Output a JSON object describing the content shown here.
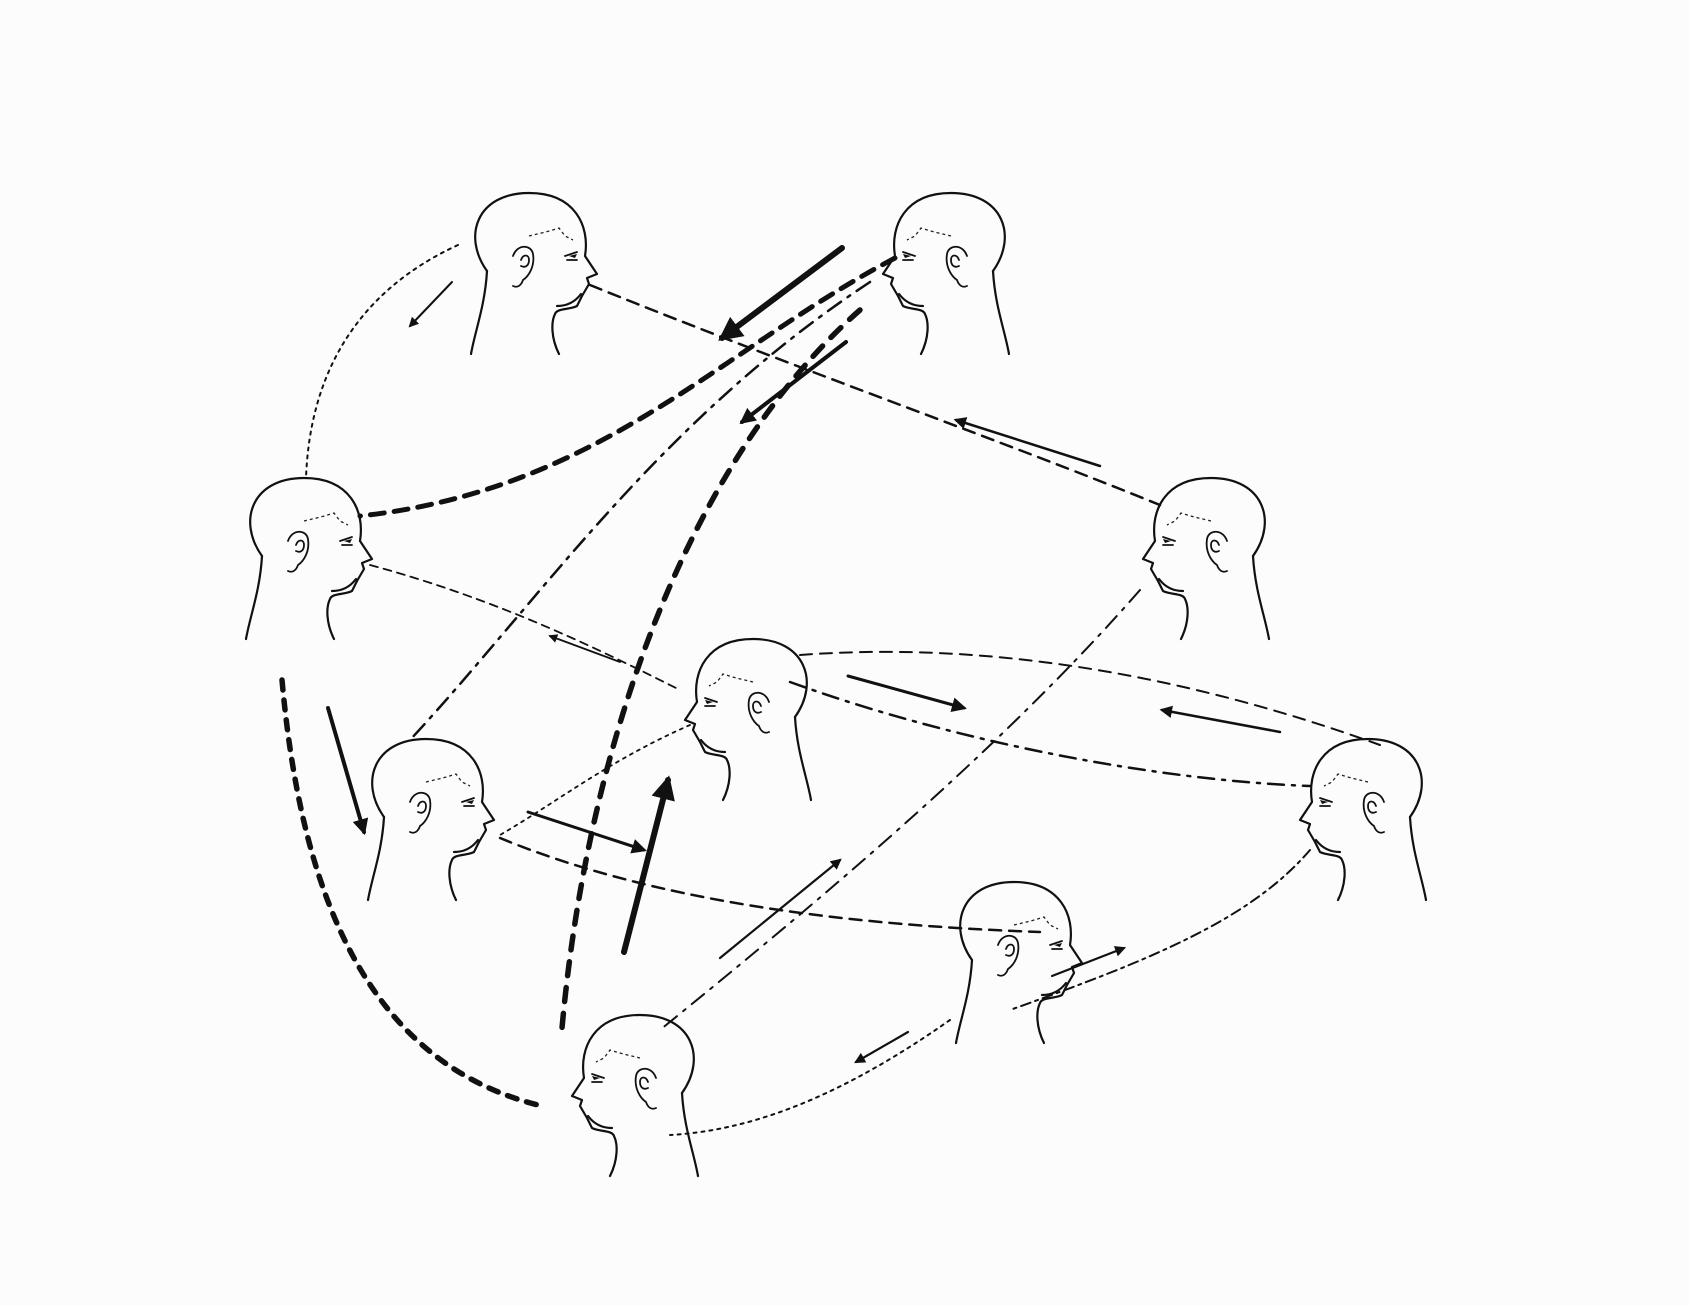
{
  "diagram": {
    "type": "communication-network",
    "people": [
      {
        "id": "top-left",
        "facing": "right"
      },
      {
        "id": "top-right",
        "facing": "left"
      },
      {
        "id": "mid-left",
        "facing": "right"
      },
      {
        "id": "mid-right",
        "facing": "left"
      },
      {
        "id": "center",
        "facing": "left"
      },
      {
        "id": "lower-left",
        "facing": "right"
      },
      {
        "id": "far-right",
        "facing": "left"
      },
      {
        "id": "lower-right",
        "facing": "right"
      },
      {
        "id": "bottom",
        "facing": "left"
      }
    ],
    "connections": [
      {
        "from": "top-left",
        "to": "mid-left",
        "strength": "weak"
      },
      {
        "from": "top-left",
        "to": "mid-right",
        "strength": "medium"
      },
      {
        "from": "top-right",
        "to": "mid-left",
        "strength": "strong"
      },
      {
        "from": "top-right",
        "to": "lower-left",
        "strength": "medium"
      },
      {
        "from": "top-right",
        "to": "bottom",
        "strength": "strong"
      },
      {
        "from": "mid-left",
        "to": "center",
        "strength": "weak"
      },
      {
        "from": "mid-left",
        "to": "bottom",
        "strength": "strong"
      },
      {
        "from": "center",
        "to": "far-right",
        "strength": "medium"
      },
      {
        "from": "center",
        "to": "lower-left",
        "strength": "weak"
      },
      {
        "from": "lower-left",
        "to": "lower-right",
        "strength": "medium"
      },
      {
        "from": "mid-right",
        "to": "bottom",
        "strength": "medium"
      },
      {
        "from": "far-right",
        "to": "lower-right",
        "strength": "weak"
      },
      {
        "from": "lower-right",
        "to": "bottom",
        "strength": "weak"
      }
    ]
  }
}
